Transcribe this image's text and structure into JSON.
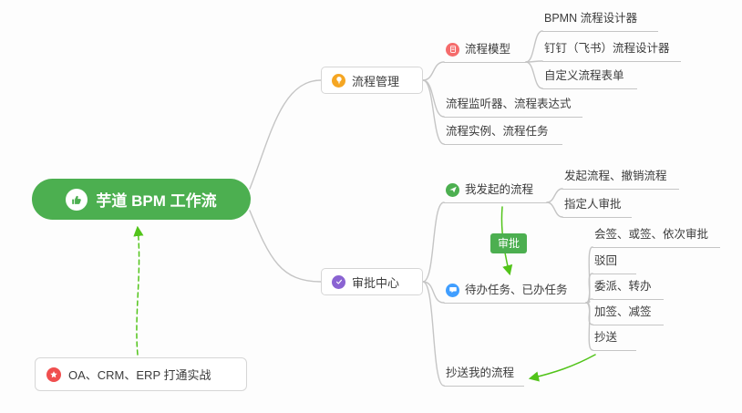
{
  "root": {
    "label": "芋道 BPM 工作流"
  },
  "process_management": {
    "label": "流程管理",
    "model": {
      "label": "流程模型"
    },
    "model_leaves": [
      "BPMN 流程设计器",
      "钉钉（飞书）流程设计器",
      "自定义流程表单"
    ],
    "listener": "流程监听器、流程表达式",
    "instance": "流程实例、流程任务"
  },
  "approval_center": {
    "label": "审批中心",
    "initiated": {
      "label": "我发起的流程"
    },
    "initiated_leaves": [
      "发起流程、撤销流程",
      "指定人审批"
    ],
    "tasks": {
      "label": "待办任务、已办任务"
    },
    "task_leaves": [
      "会签、或签、依次审批",
      "驳回",
      "委派、转办",
      "加签、减签",
      "抄送"
    ],
    "cc": "抄送我的流程"
  },
  "relation": {
    "label": "审批"
  },
  "practice": {
    "label": "OA、CRM、ERP 打通实战"
  },
  "colors": {
    "root_green": "#4caf50",
    "arrow_green": "#52c41a",
    "connector_gray": "#c5c5c5",
    "icon_orange": "#f5a623",
    "icon_purple": "#8a63d2",
    "icon_red": "#f56c6c",
    "icon_green": "#4caf50",
    "icon_blue": "#409eff",
    "icon_star_red": "#f04f4f"
  }
}
